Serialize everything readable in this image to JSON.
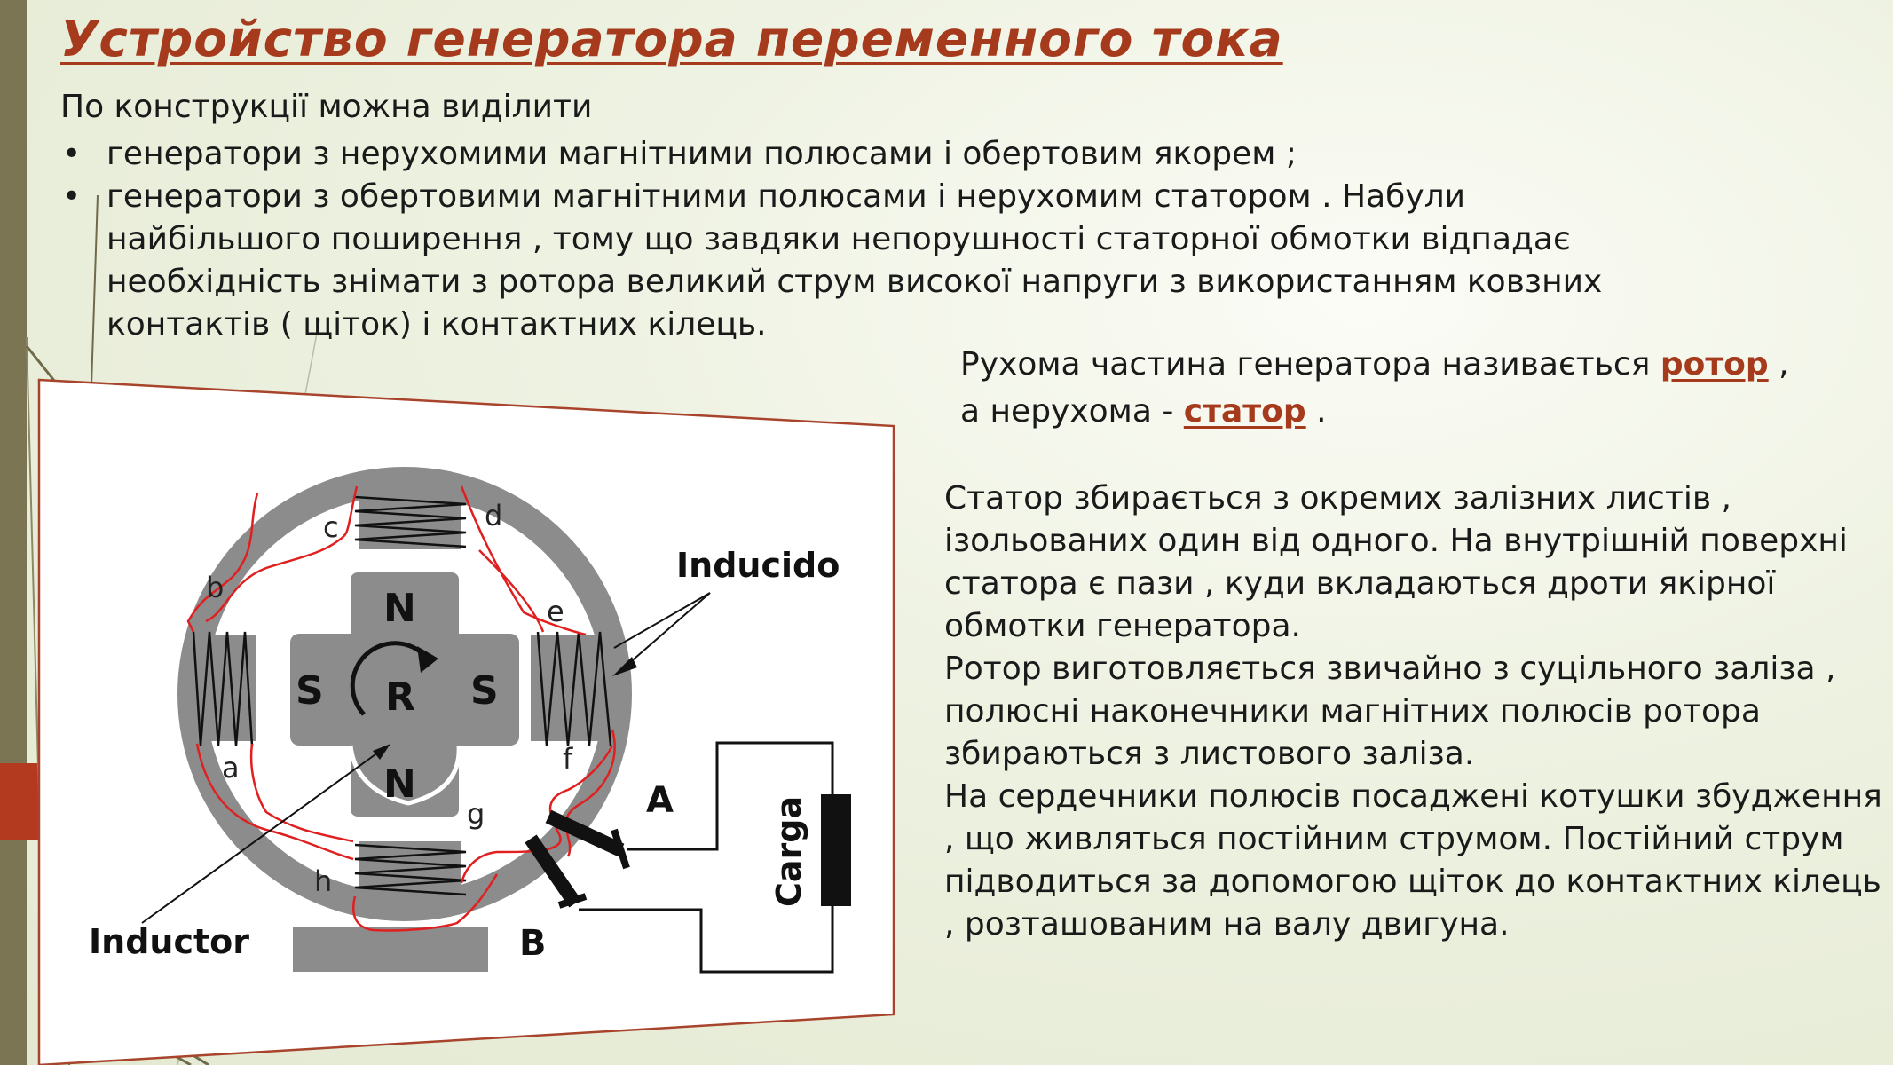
{
  "slide": {
    "title": "Устройство генератора переменного тока",
    "intro": "По конструкції можна виділити",
    "bullets": [
      {
        "marker": "•",
        "text": "генератори з нерухомими магнітними полюсами і обертовим якорем ;"
      },
      {
        "marker": "•",
        "text": "генератори з обертовими магнітними полюсами і нерухомим статором . Набули найбільшого поширення , тому що завдяки непорушності статорної обмотки відпадає необхідність знімати з ротора великий струм високої напруги з використанням ковзних контактів ( щіток) і контактних кілець."
      }
    ],
    "rotor_sentence": {
      "part1": "Рухома частина генератора називається",
      "rotor_word": "ротор",
      "part2": ",",
      "part3": "а нерухома -",
      "stator_word": "статор",
      "part4": "."
    },
    "stator_paragraphs": [
      "Статор збирається з окремих залізних листів , ізольованих один від одного. На внутрішній поверхні статора є пази , куди вкладаються дроти якірної обмотки генератора.",
      "Ротор виготовляється звичайно з суцільного заліза , полюсні наконечники магнітних полюсів ротора збираються з листового заліза.",
      "На сердечники полюсів посаджені котушки збудження , що живляться постійним струмом. Постійний струм підводиться за допомогою щіток до контактних кілець , розташованим на валу двигуна."
    ],
    "colors": {
      "accent": "#a63a1c",
      "left_bar": "#7b7553",
      "left_accent": "#b33a1e",
      "coil_wire": "#e02020",
      "iron_gray": "#8c8c8c"
    }
  },
  "diagram": {
    "labels": {
      "inducido": "Inducido",
      "inductor": "Inductor",
      "carga": "Carga",
      "terminal_a": "A",
      "terminal_b": "B",
      "pole_n_top": "N",
      "pole_n_bottom": "N",
      "pole_s_left": "S",
      "pole_s_right": "S",
      "rotor": "R",
      "point_a": "a",
      "point_b": "b",
      "point_c": "c",
      "point_d": "d",
      "point_e": "e",
      "point_f": "f",
      "point_g": "g",
      "point_h": "h"
    }
  }
}
